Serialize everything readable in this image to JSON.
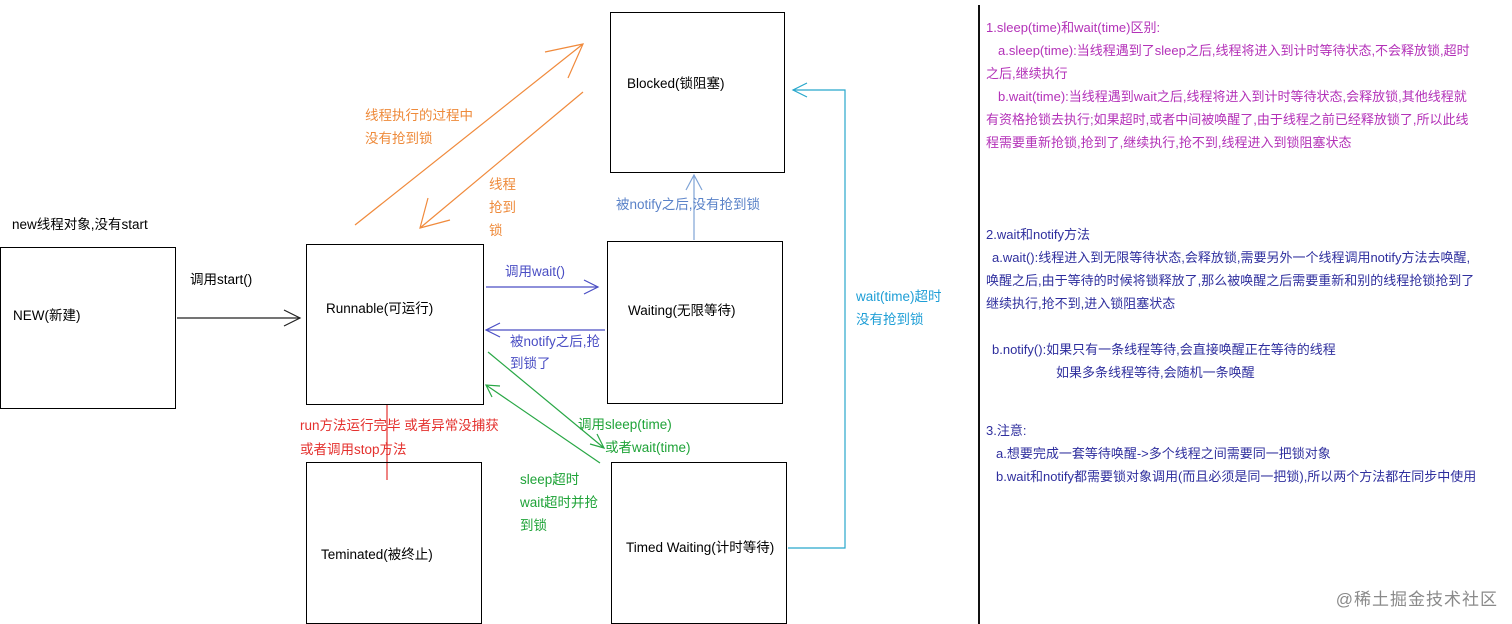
{
  "states": {
    "new": "NEW(新建)",
    "runnable": "Runnable(可运行)",
    "blocked": "Blocked(锁阻塞)",
    "waiting": "Waiting(无限等待)",
    "timed_waiting": "Timed Waiting(计时等待)",
    "terminated": "Teminated(被终止)"
  },
  "labels": {
    "new_hint": "new线程对象,没有start",
    "call_start": "调用start()",
    "no_lock_line1": "线程执行的过程中",
    "no_lock_line2": "没有抢到锁",
    "got_lock_1": "线程",
    "got_lock_2": "抢到",
    "got_lock_3": "锁",
    "notify_no_lock": "被notify之后,没有抢到锁",
    "call_wait": "调用wait()",
    "notify_got_lock_1": "被notify之后,抢",
    "notify_got_lock_2": "到锁了",
    "wait_time_1": "wait(time)超时",
    "wait_time_2": "没有抢到锁",
    "run_end_1": "run方法运行完毕 或者异常没捕获",
    "run_end_2": "或者调用stop方法",
    "call_sleep_1": "调用sleep(time)",
    "call_sleep_2": "或者wait(time)",
    "sleep_timeout_1": "sleep超时",
    "sleep_timeout_2": "wait超时并抢",
    "sleep_timeout_3": "到锁"
  },
  "notes": {
    "s1_title": "1.sleep(time)和wait(time)区别:",
    "s1_a": "a.sleep(time):当线程遇到了sleep之后,线程将进入到计时等待状态,不会释放锁,超时之后,继续执行",
    "s1_b": "b.wait(time):当线程遇到wait之后,线程将进入到计时等待状态,会释放锁,其他线程就有资格抢锁去执行;如果超时,或者中间被唤醒了,由于线程之前已经释放锁了,所以此线程需要重新抢锁,抢到了,继续执行,抢不到,线程进入到锁阻塞状态",
    "s2_title": "2.wait和notify方法",
    "s2_a": "a.wait():线程进入到无限等待状态,会释放锁,需要另外一个线程调用notify方法去唤醒,唤醒之后,由于等待的时候将锁释放了,那么被唤醒之后需要重新和别的线程抢锁抢到了继续执行,抢不到,进入锁阻塞状态",
    "s2_b1": "b.notify():如果只有一条线程等待,会直接唤醒正在等待的线程",
    "s2_b2": "如果多条线程等待,会随机一条唤醒",
    "s3_title": "3.注意:",
    "s3_a": "a.想要完成一套等待唤醒->多个线程之间需要同一把锁对象",
    "s3_b": "b.wait和notify都需要锁对象调用(而且必须是同一把锁),所以两个方法都在同步中使用"
  },
  "watermark": "@稀土掘金技术社区"
}
